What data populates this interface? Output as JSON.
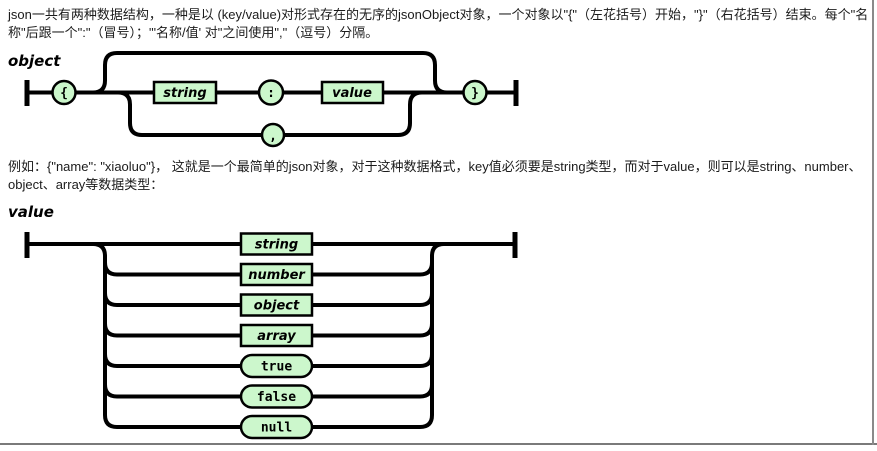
{
  "colors": {
    "node_fill": "#ccf7cc",
    "rail": "#000000",
    "divider": "#7a7a7a"
  },
  "intro_paragraph": "json一共有两种数据结构，一种是以 (key/value)对形式存在的无序的jsonObject对象，一个对象以\"{\"（左花括号）开始，\"}\"（右花括号）结束。每个\"名称\"后跟一个\":\"（冒号）；\"'名称/值' 对\"之间使用\",\"（逗号）分隔。",
  "example_paragraph": "例如：{\"name\": \"xiaoluo\"}， 这就是一个最简单的json对象，对于这种数据格式，key值必须要是string类型，而对于value，则可以是string、number、object、array等数据类型：",
  "object_diagram": {
    "label": "object",
    "terminals": {
      "open_brace": "{",
      "colon": ":",
      "comma": ",",
      "close_brace": "}"
    },
    "nonterminals": {
      "string": "string",
      "value": "value"
    }
  },
  "value_diagram": {
    "label": "value",
    "nonterminals": [
      "string",
      "number",
      "object",
      "array"
    ],
    "terminals": [
      "true",
      "false",
      "null"
    ]
  }
}
